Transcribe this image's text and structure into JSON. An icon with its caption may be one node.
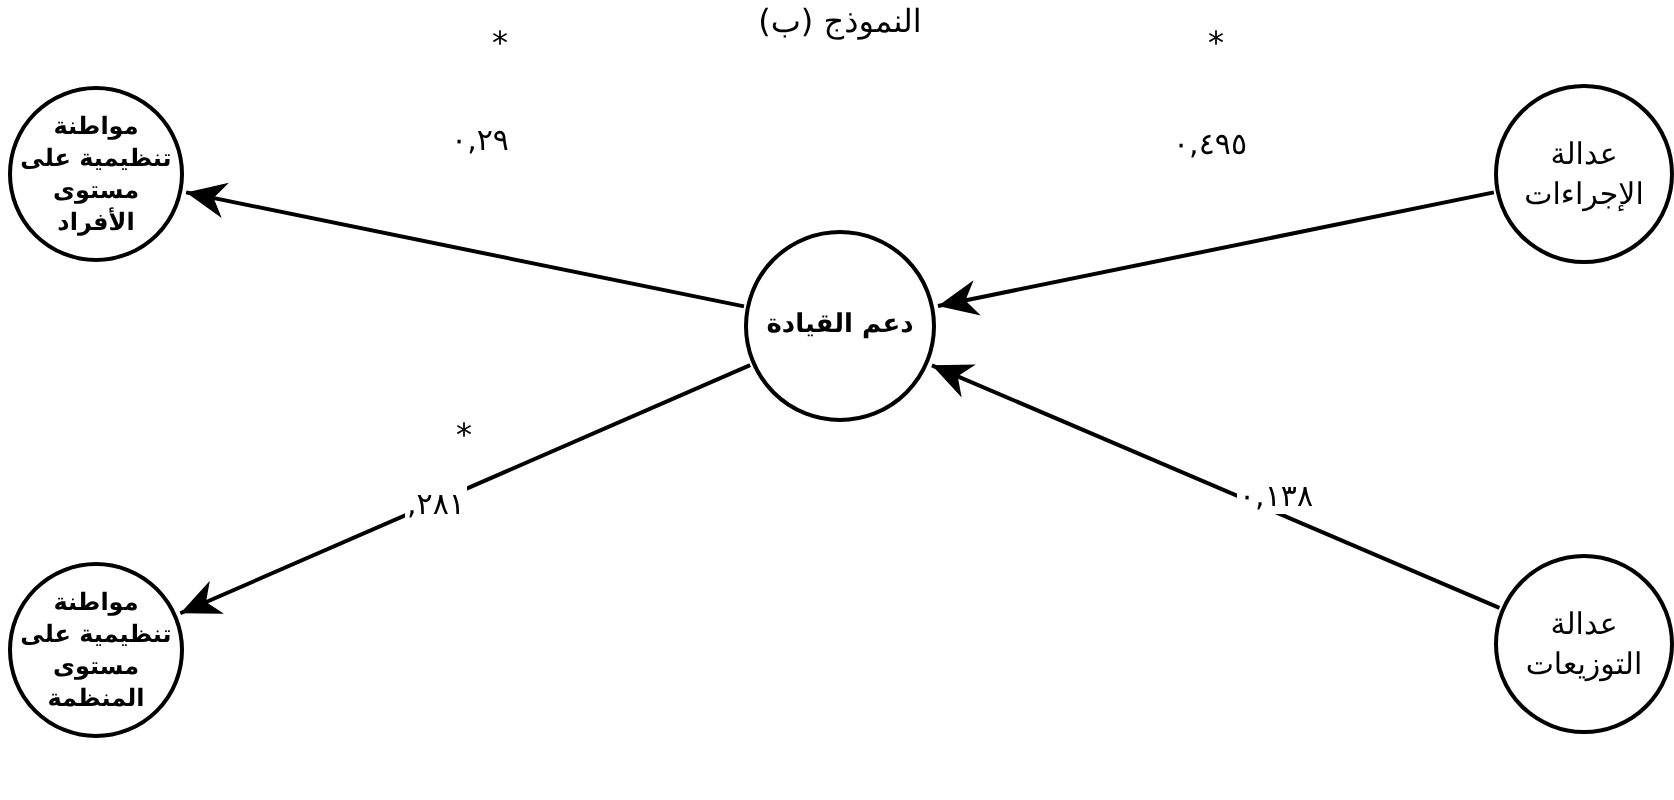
{
  "diagram": {
    "title": "النموذج (ب)",
    "nodes": [
      {
        "text": [
          "مواطنة تنظيمية على مستوى الأفراد"
        ]
      },
      {
        "text": [
          "عدالة الإجراءات"
        ]
      },
      {
        "text": [
          "دعم القيادة"
        ]
      },
      {
        "text": [
          "مواطنة تنظيمية على مستوى المنظمة"
        ]
      },
      {
        "text": [
          "عدالة التوزيعات"
        ]
      }
    ],
    "edges": [
      {
        "from": 2,
        "to": 0,
        "arrow": "to",
        "label": "٠,٢٩"
      },
      {
        "from": 1,
        "to": 2,
        "arrow": "to",
        "label": "٠,٤٩٥"
      },
      {
        "from": 2,
        "to": 3,
        "arrow": "to",
        "label": ",٢٨١"
      },
      {
        "from": 4,
        "to": 2,
        "arrow": "to",
        "label": "٠,١٣٨"
      }
    ],
    "labels": [
      "*",
      "*",
      "*"
    ]
  }
}
